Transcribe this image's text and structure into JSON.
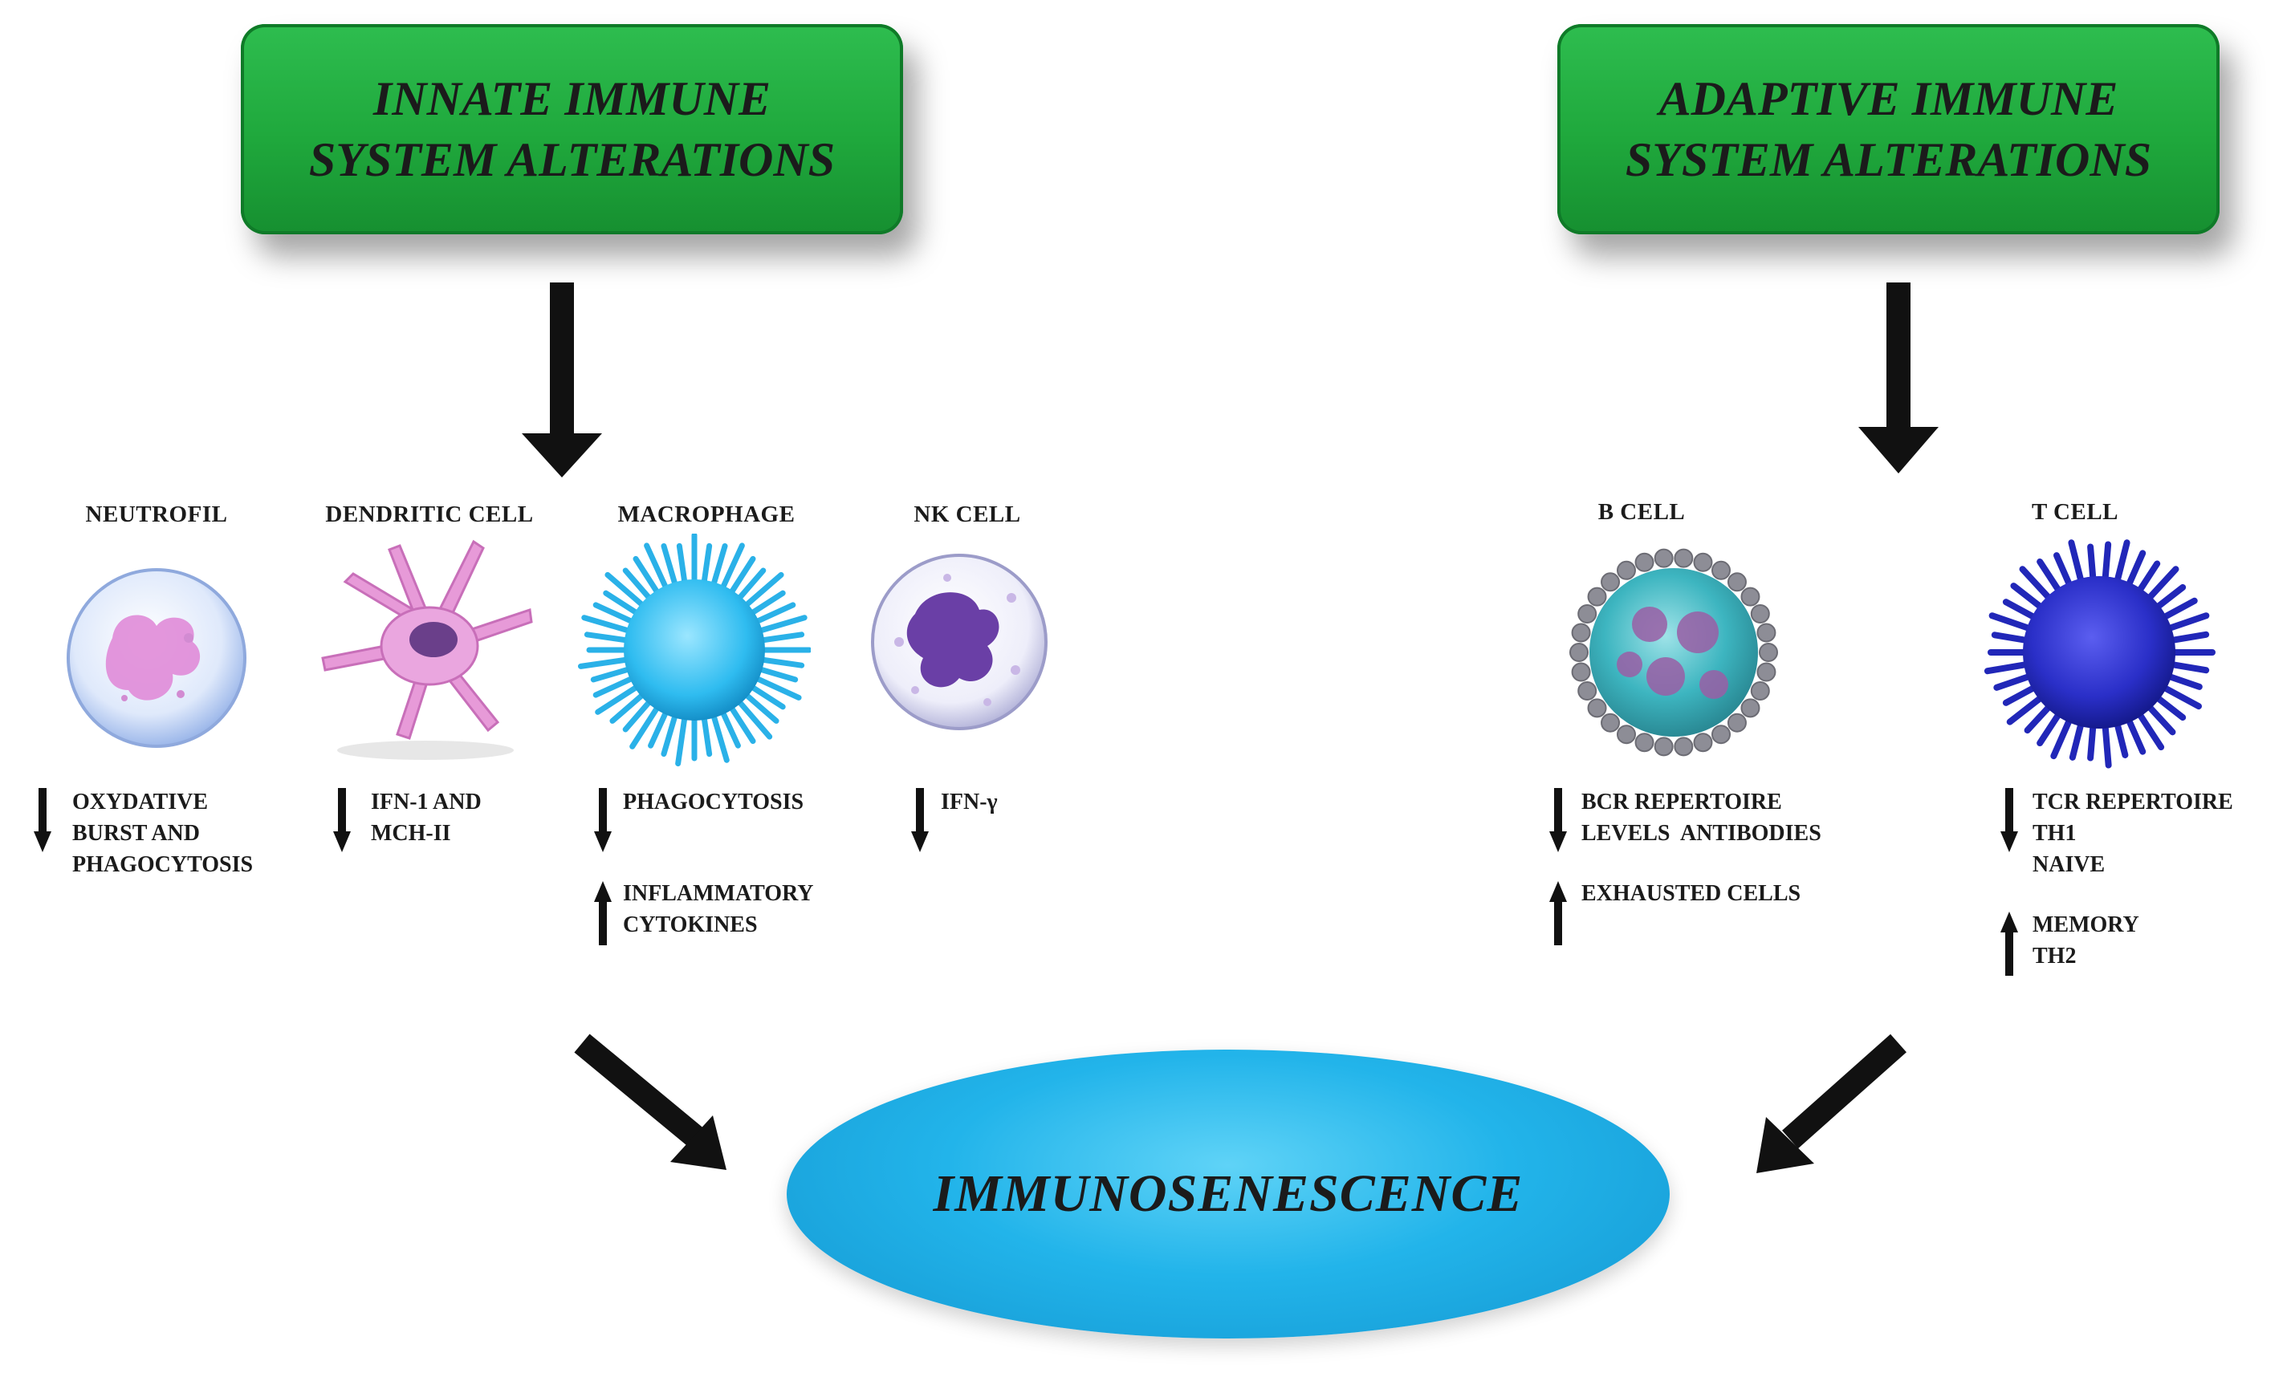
{
  "innate": {
    "title": "INNATE IMMUNE\nSYSTEM ALTERATIONS",
    "cells": [
      {
        "name": "NEUTROFIL",
        "icon": "neutrophil-icon",
        "effects": [
          {
            "dir": "down",
            "lines": [
              "OXYDATIVE",
              "BURST AND",
              "PHAGOCYTOSIS"
            ]
          }
        ]
      },
      {
        "name": "DENDRITIC CELL",
        "icon": "dendritic-cell-icon",
        "effects": [
          {
            "dir": "down",
            "lines": [
              "IFN-1 AND",
              "MCH-II"
            ]
          }
        ]
      },
      {
        "name": "MACROPHAGE",
        "icon": "macrophage-icon",
        "effects": [
          {
            "dir": "down",
            "lines": [
              "PHAGOCYTOSIS"
            ]
          },
          {
            "dir": "up",
            "lines": [
              "INFLAMMATORY",
              "CYTOKINES"
            ]
          }
        ]
      },
      {
        "name": "NK CELL",
        "icon": "nk-cell-icon",
        "effects": [
          {
            "dir": "down",
            "lines": [
              "IFN-γ"
            ]
          }
        ]
      }
    ]
  },
  "adaptive": {
    "title": "ADAPTIVE IMMUNE\nSYSTEM ALTERATIONS",
    "cells": [
      {
        "name": "B CELL",
        "icon": "b-cell-icon",
        "effects": [
          {
            "dir": "down",
            "lines": [
              "BCR REPERTOIRE",
              "LEVELS  ANTIBODIES"
            ]
          },
          {
            "dir": "up",
            "lines": [
              "EXHAUSTED CELLS"
            ]
          }
        ]
      },
      {
        "name": "T CELL",
        "icon": "t-cell-icon",
        "effects": [
          {
            "dir": "down",
            "lines": [
              "TCR REPERTOIRE",
              "TH1",
              "NAIVE"
            ]
          },
          {
            "dir": "up",
            "lines": [
              "MEMORY",
              "TH2"
            ]
          }
        ]
      }
    ]
  },
  "center": {
    "label": "IMMUNOSENESCENCE"
  },
  "colors": {
    "header_green": "#22b446",
    "ellipse_blue": "#1ca6dd",
    "arrow": "#111111"
  }
}
